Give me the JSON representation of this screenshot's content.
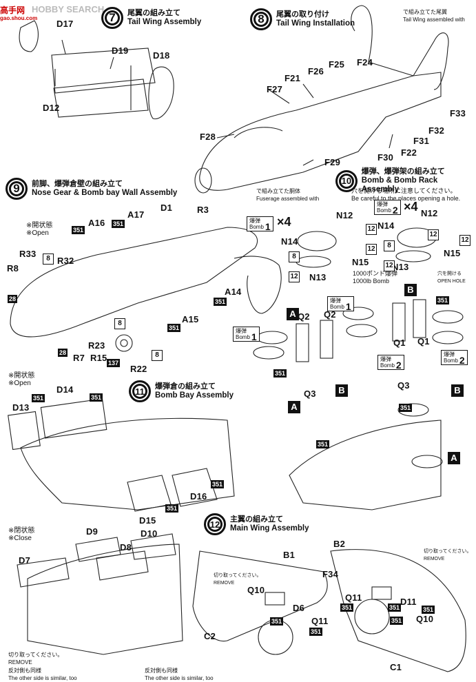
{
  "watermark": {
    "brand": "HOBBY SEARCH",
    "logo": "高手网",
    "url": "gao.shou.com"
  },
  "steps": [
    {
      "num": "7",
      "jp": "尾翼の組み立て",
      "en": "Tail Wing Assembly"
    },
    {
      "num": "8",
      "jp": "尾翼の取り付け",
      "en": "Tail Wing Installation"
    },
    {
      "num": "9",
      "jp": "前脚、爆弾倉壁の組み立て",
      "en": "Nose Gear & Bomb bay Wall Assembly"
    },
    {
      "num": "10",
      "jp": "爆弾、爆弾架の組み立て",
      "en": "Bomb & Bomb Rack Assembly"
    },
    {
      "num": "11",
      "jp": "爆弾倉の組み立て",
      "en": "Bomb Bay Assembly"
    },
    {
      "num": "12",
      "jp": "主翼の組み立て",
      "en": "Main Wing Assembly"
    }
  ],
  "notes": {
    "tail_ref_jp": "で組み立てた尾翼",
    "tail_ref_en": "Tail Wing assembled with",
    "fus_ref_jp": "で組み立てた胴体",
    "fus_ref_en": "Fuserage assembled with",
    "open_jp": "※開状態",
    "open_en": "※Open",
    "close_jp": "※閉状態",
    "close_en": "※Close",
    "hole_jp": "穴を開ける場所に注意してください。",
    "hole_en": "Be careful to the places opening a hole.",
    "open_hole_jp": "穴を開ける",
    "open_hole_en": "OPEN HOLE",
    "bomb_jp": "1000ポンド爆弾",
    "bomb_en": "1000lb Bomb",
    "remove_jp": "切り取ってください。",
    "remove_en": "REMOVE",
    "similar_jp": "反対側も同様",
    "similar_en": "The other side is similar, too"
  },
  "bomb_tag": {
    "jp": "爆弾",
    "en": "Bomb",
    "n1": "1",
    "n2": "2",
    "times": "×4"
  },
  "letters": {
    "a": "A",
    "b": "B"
  },
  "colors": {
    "c351": "351",
    "c8": "8",
    "c12": "12",
    "c28": "28",
    "c137": "137"
  },
  "parts": {
    "D17": "D17",
    "D19": "D19",
    "D18": "D18",
    "D12": "D12",
    "F25": "F25",
    "F26": "F26",
    "F24": "F24",
    "F21": "F21",
    "F27": "F27",
    "F33": "F33",
    "F32": "F32",
    "F31": "F31",
    "F28": "F28",
    "F30": "F30",
    "F22": "F22",
    "F29": "F29",
    "A16": "A16",
    "A17": "A17",
    "D1": "D1",
    "R3": "R3",
    "R33": "R33",
    "R32": "R32",
    "R8": "R8",
    "A14": "A14",
    "A15": "A15",
    "R23": "R23",
    "R7": "R7",
    "R15": "R15",
    "R22": "R22",
    "N12a": "N12",
    "N12b": "N12",
    "N14a": "N14",
    "N14b": "N14",
    "N15a": "N15",
    "N15b": "N15",
    "N13a": "N13",
    "N13b": "N13",
    "Q2a": "Q2",
    "Q2b": "Q2",
    "Q1a": "Q1",
    "Q1b": "Q1",
    "Q3a": "Q3",
    "Q3b": "Q3",
    "D13": "D13",
    "D14": "D14",
    "D16": "D16",
    "D15": "D15",
    "D7": "D7",
    "D9": "D9",
    "D8": "D8",
    "D10": "D10",
    "B1": "B1",
    "B2": "B2",
    "F34": "F34",
    "Q10a": "Q10",
    "Q10b": "Q10",
    "D6": "D6",
    "Q11a": "Q11",
    "Q11b": "Q11",
    "D11": "D11",
    "C2": "C2",
    "C1": "C1"
  }
}
